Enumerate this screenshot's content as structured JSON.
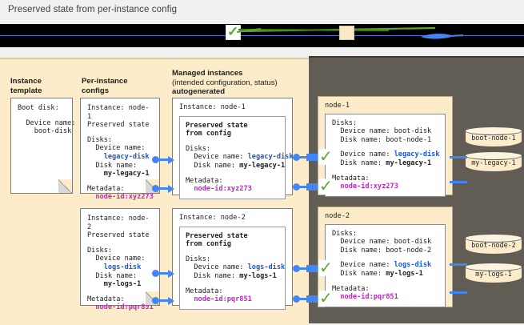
{
  "caption": "Preserved state from per-instance config",
  "colors": {
    "panel_left_bg": "#fcecc9",
    "panel_right_bg": "#615d54",
    "accent_blue": "#4285f4",
    "keyword_blue": "#1a56d6",
    "keyword_pink": "#c026c0",
    "check_green": "#5aa832",
    "page_bg": "#f1f1f1"
  },
  "legend": {
    "band_obscured": true,
    "items": [
      {
        "icon": "check-swatch",
        "label": ""
      },
      {
        "icon": "beige-swatch",
        "label": ""
      },
      {
        "icon": "blue-scribble",
        "label": ""
      }
    ]
  },
  "columns": {
    "instance_template": {
      "line1": "Instance",
      "line2": "template"
    },
    "per_instance_configs": {
      "line1": "Per-instance",
      "line2": "configs"
    },
    "managed_instances": {
      "line1": "Managed instances",
      "line2": "(intended configuration, status)",
      "line3": "autogenerated"
    },
    "right_panel_heading": {
      "line1": "",
      "line2": "",
      "obscured": true
    }
  },
  "instance_template_doc": {
    "lines": [
      "Boot disk:",
      "",
      "  Device name:",
      "    boot-disk"
    ]
  },
  "per_instance_configs": [
    {
      "instance_line": "Instance: node-1",
      "preserved_line": "Preserved state",
      "disks_label": "Disks:",
      "device_label": "  Device name:",
      "device_value": "    legacy-disk",
      "disk_label": "  Disk name:",
      "disk_value": "    my-legacy-1",
      "metadata_label": "Metadata:",
      "metadata_value": "  node-id:xyz273"
    },
    {
      "instance_line": "Instance: node-2",
      "preserved_line": "Preserved state",
      "disks_label": "Disks:",
      "device_label": "  Device name:",
      "device_value": "    logs-disk",
      "disk_label": "  Disk name:",
      "disk_value": "    my-logs-1",
      "metadata_label": "Metadata:",
      "metadata_value": "  node-id:pqr851"
    }
  ],
  "managed_instances": [
    {
      "instance_line": "Instance: node-1",
      "preserved_title_1": "Preserved state",
      "preserved_title_2": "from config",
      "disks_label": "Disks:",
      "device_line_prefix": "  Device name: ",
      "device_value": "legacy-disk",
      "disk_line_prefix": "  Disk name: ",
      "disk_value": "my-legacy-1",
      "metadata_label": "Metadata:",
      "metadata_value": "  node-id:xyz273"
    },
    {
      "instance_line": "Instance: node-2",
      "preserved_title_1": "Preserved state",
      "preserved_title_2": "from config",
      "disks_label": "Disks:",
      "device_line_prefix": "  Device name: ",
      "device_value": "logs-disk",
      "disk_line_prefix": "  Disk name: ",
      "disk_value": "my-logs-1",
      "metadata_label": "Metadata:",
      "metadata_value": "  node-id:pqr851"
    }
  ],
  "nodes": [
    {
      "title": "node-1",
      "disks_label": "Disks:",
      "boot_device_line": "  Device name: boot-disk",
      "boot_disk_line": "  Disk name: boot-node-1",
      "extra_device_prefix": "  Device name: ",
      "extra_device_value": "legacy-disk",
      "extra_disk_prefix": "  Disk name: ",
      "extra_disk_value": "my-legacy-1",
      "metadata_label": "Metadata:",
      "metadata_value": "  node-id:xyz273",
      "disks": [
        {
          "name": "boot-node-1"
        },
        {
          "name": "my-legacy-1"
        }
      ]
    },
    {
      "title": "node-2",
      "disks_label": "Disks:",
      "boot_device_line": "  Device name: boot-disk",
      "boot_disk_line": "  Disk name: boot-node-2",
      "extra_device_prefix": "  Device name: ",
      "extra_device_value": "logs-disk",
      "extra_disk_prefix": "  Disk name: ",
      "extra_disk_value": "my-logs-1",
      "metadata_label": "Metadata:",
      "metadata_value": "  node-id:pqr851",
      "disks": [
        {
          "name": "boot-node-2"
        },
        {
          "name": "my-logs-1"
        }
      ]
    }
  ]
}
